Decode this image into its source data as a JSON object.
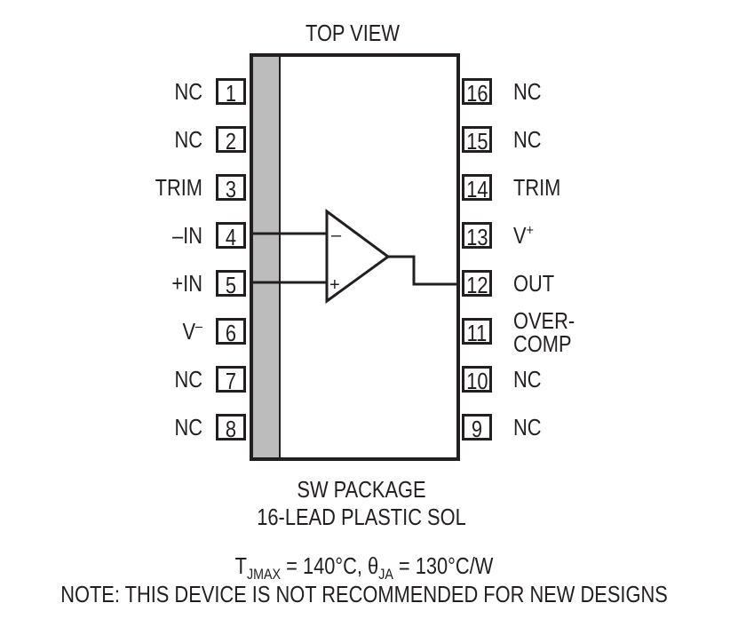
{
  "header": {
    "top_view": "TOP VIEW"
  },
  "package": {
    "name": "SW PACKAGE",
    "type": "16-LEAD PLASTIC SOL"
  },
  "left_pins": [
    {
      "num": "1",
      "label": "NC"
    },
    {
      "num": "2",
      "label": "NC"
    },
    {
      "num": "3",
      "label": "TRIM"
    },
    {
      "num": "4",
      "label": "–IN"
    },
    {
      "num": "5",
      "label": "+IN"
    },
    {
      "num": "6",
      "label": "V",
      "sup": "–"
    },
    {
      "num": "7",
      "label": "NC"
    },
    {
      "num": "8",
      "label": "NC"
    }
  ],
  "right_pins": [
    {
      "num": "16",
      "label": "NC"
    },
    {
      "num": "15",
      "label": "NC"
    },
    {
      "num": "14",
      "label": "TRIM"
    },
    {
      "num": "13",
      "label": "V",
      "sup": "+"
    },
    {
      "num": "12",
      "label": "OUT"
    },
    {
      "num": "11",
      "label": "OVER-",
      "label2": "COMP"
    },
    {
      "num": "10",
      "label": "NC"
    },
    {
      "num": "9",
      "label": "NC"
    }
  ],
  "amplifier": {
    "minus_sign": "–",
    "plus_sign": "+"
  },
  "thermal": {
    "tj_symbol": "T",
    "tj_sub": "JMAX",
    "tj_value": " = 140°C, ",
    "theta_symbol": "θ",
    "theta_sub": "JA",
    "theta_value": " = 130°C/W"
  },
  "note": "NOTE: THIS DEVICE IS NOT RECOMMENDED FOR NEW DESIGNS",
  "colors": {
    "ink": "#231f20",
    "stripe": "#bcbcbc"
  }
}
